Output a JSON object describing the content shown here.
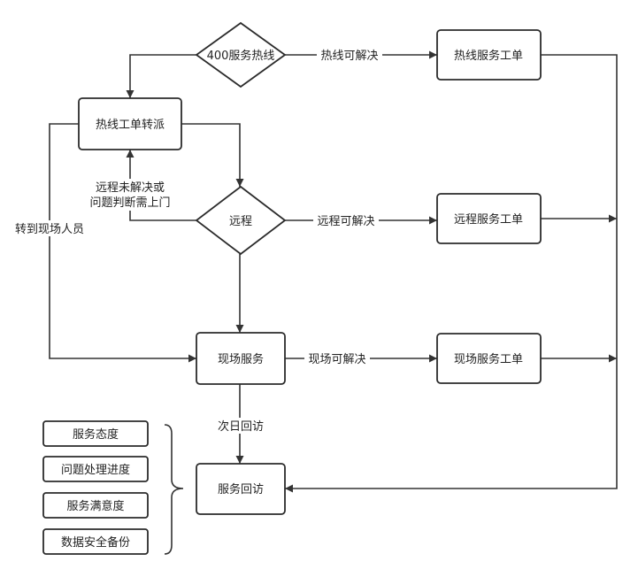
{
  "nodes": {
    "hotline": "400服务热线",
    "dispatch": "热线工单转派",
    "hotline_ticket": "热线服务工单",
    "remote": "远程",
    "remote_ticket": "远程服务工单",
    "onsite": "现场服务",
    "onsite_ticket": "现场服务工单",
    "revisit": "服务回访"
  },
  "edges": {
    "hotline_resolved": "热线可解决",
    "remote_resolved": "远程可解决",
    "onsite_resolved": "现场可解决",
    "remote_unresolved_line1": "远程未解决或",
    "remote_unresolved_line2": "问题判断需上门",
    "to_onsite_staff": "转到现场人员",
    "next_day_revisit": "次日回访"
  },
  "revisit_items": [
    "服务态度",
    "问题处理进度",
    "服务满意度",
    "数据安全备份"
  ],
  "colors": {
    "stroke": "#333333",
    "text": "#222222",
    "background": "#ffffff"
  }
}
